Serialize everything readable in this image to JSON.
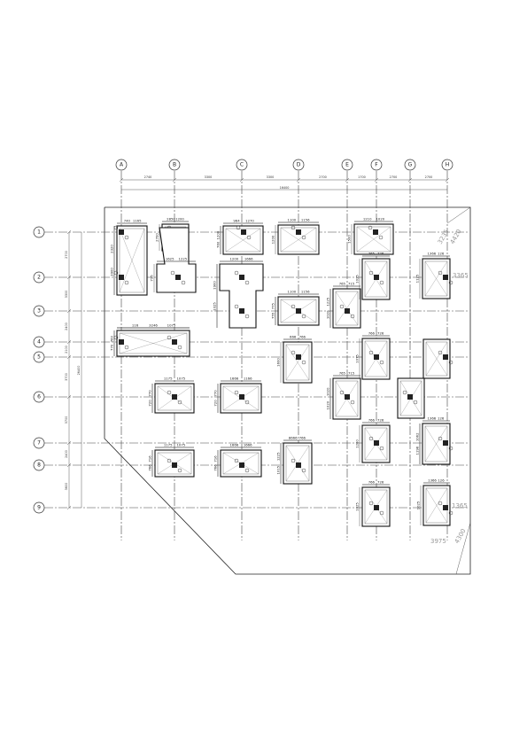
{
  "axes": {
    "vertical": [
      "A",
      "B",
      "C",
      "D",
      "E",
      "F",
      "G",
      "H"
    ],
    "horizontal": [
      "1",
      "2",
      "3",
      "4",
      "5",
      "6",
      "7",
      "8",
      "9"
    ]
  },
  "top_dims": [
    "2740",
    "3300",
    "3300",
    "2700",
    "1700",
    "2700",
    "2700"
  ],
  "top_total": "16400",
  "left_dims": [
    "2700",
    "3300",
    "2400",
    "2100",
    "3700",
    "3700",
    "2400",
    "3600"
  ],
  "left_total": "26400",
  "annotations": {
    "upper_right_a": "3235",
    "upper_right_b": "3365",
    "upper_right_c": "4420",
    "lower_right_a": "1365",
    "lower_right_b": "3975",
    "lower_right_c": "4300"
  },
  "footings": [
    {
      "id": "fA1",
      "w_labels": [
        "740",
        "1165"
      ],
      "h_labels": [
        "2320",
        "3900"
      ]
    },
    {
      "id": "fB1",
      "w_labels": [
        "2850",
        "1200"
      ],
      "h_labels": [
        "2700"
      ]
    },
    {
      "id": "fB2",
      "w_labels": [
        "1625",
        "1225"
      ],
      "h_labels": [
        "715"
      ]
    },
    {
      "id": "fC1",
      "w_labels": [
        "964",
        "1270"
      ],
      "h_labels": [
        "1200",
        "760"
      ]
    },
    {
      "id": "fC2",
      "w_labels": [
        "1200",
        "1666"
      ],
      "h_labels": [
        "1900",
        "1025"
      ]
    },
    {
      "id": "fD1",
      "w_labels": [
        "1100",
        "1156"
      ],
      "h_labels": [
        "1200"
      ]
    },
    {
      "id": "fD3",
      "w_labels": [
        "1100",
        "1156"
      ],
      "h_labels": [
        "775",
        "755"
      ]
    },
    {
      "id": "fD5",
      "w_labels": [
        "666",
        "766"
      ],
      "h_labels": [
        "1600"
      ]
    },
    {
      "id": "fE1",
      "w_labels": [
        "1210",
        "1020"
      ],
      "h_labels": [
        "1500"
      ]
    },
    {
      "id": "fE3",
      "w_labels": [
        "765",
        "715"
      ],
      "h_labels": [
        "1225",
        "1020"
      ]
    },
    {
      "id": "fF2",
      "w_labels": [
        "765",
        "726"
      ],
      "h_labels": [
        "1025"
      ]
    },
    {
      "id": "fF5",
      "w_labels": [
        "766",
        "726"
      ],
      "h_labels": [
        "1075"
      ]
    },
    {
      "id": "fE6",
      "w_labels": [
        "765",
        "715"
      ],
      "h_labels": [
        "1020",
        "1020"
      ]
    },
    {
      "id": "fF7",
      "w_labels": [
        "766",
        "726"
      ],
      "h_labels": [
        "1200"
      ]
    },
    {
      "id": "fF9",
      "w_labels": [
        "766",
        "726"
      ],
      "h_labels": [
        "1025"
      ]
    },
    {
      "id": "fH2",
      "w_labels": [
        "1366",
        "126"
      ],
      "h_labels": [
        "1125"
      ]
    },
    {
      "id": "fH5",
      "w_labels": [],
      "h_labels": []
    },
    {
      "id": "fG6",
      "w_labels": [],
      "h_labels": []
    },
    {
      "id": "fH7",
      "w_labels": [
        "1366",
        "126"
      ],
      "h_labels": [
        "1062",
        "1196"
      ]
    },
    {
      "id": "fH9",
      "w_labels": [
        "1366",
        "126"
      ],
      "h_labels": [
        "1025"
      ]
    },
    {
      "id": "fA4",
      "w_labels": [
        "116",
        "3246",
        "1075"
      ],
      "h_labels": [
        "760",
        "770"
      ]
    },
    {
      "id": "fB6",
      "w_labels": [
        "1175",
        "1075"
      ],
      "h_labels": [
        "770",
        "720"
      ]
    },
    {
      "id": "fC6",
      "w_labels": [
        "1666",
        "1166"
      ],
      "h_labels": [
        "770",
        "720"
      ]
    },
    {
      "id": "fB8",
      "w_labels": [
        "1175",
        "1075"
      ],
      "h_labels": [
        "716",
        "766"
      ]
    },
    {
      "id": "fC8",
      "w_labels": [
        "1666",
        "1666"
      ],
      "h_labels": [
        "716",
        "766"
      ]
    },
    {
      "id": "fD8",
      "w_labels": [
        "8666",
        "766"
      ],
      "h_labels": [
        "1225",
        "1015"
      ]
    }
  ],
  "colors": {
    "line": "#222222",
    "gray": "#999999"
  }
}
